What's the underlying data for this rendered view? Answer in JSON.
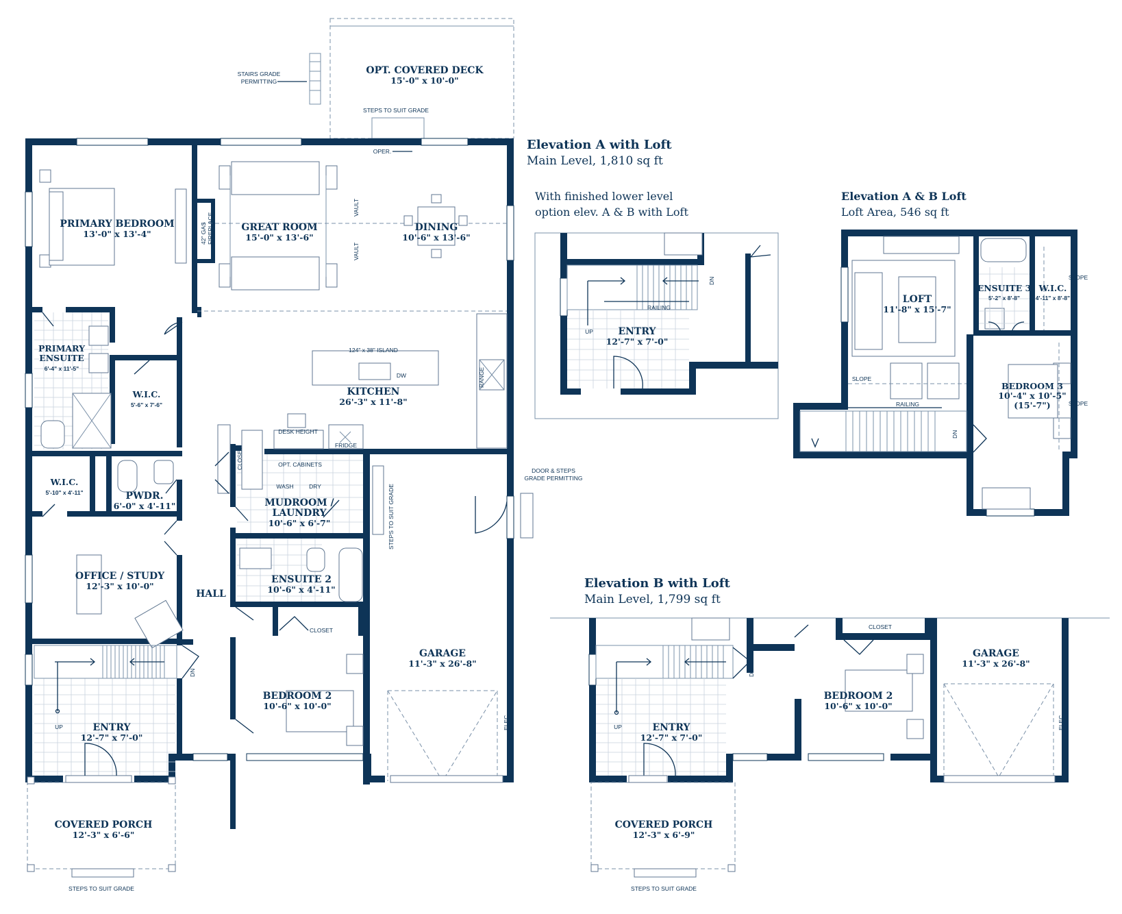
{
  "headings": {
    "elev_a_title": "Elevation A with Loft",
    "elev_a_sub": "Main Level, 1,810 sq ft",
    "lower_title": "With finished lower level",
    "lower_sub": "option elev. A & B with Loft",
    "loft_title": "Elevation A & B Loft",
    "loft_sub": "Loft Area, 546 sq ft",
    "elev_b_title": "Elevation B with Loft",
    "elev_b_sub": "Main Level, 1,799 sq ft"
  },
  "main_plan": {
    "deck": {
      "name": "OPT. COVERED DECK",
      "dim": "15'-0\" x 10'-0\""
    },
    "stairs_grade": [
      "STAIRS GRADE",
      "PERMITTING"
    ],
    "steps_deck": "STEPS TO SUIT GRADE",
    "oper": "OPER.",
    "primary_bedroom": {
      "name": "PRIMARY BEDROOM",
      "dim": "13'-0\" x 13'-4\""
    },
    "fireplace": [
      "42\" GAS",
      "FIREPLACE"
    ],
    "great_room": {
      "name": "GREAT ROOM",
      "dim": "15'-0\" x 13'-6\""
    },
    "vault": "VAULT",
    "dining": {
      "name": "DINING",
      "dim": "10'-6\" x 13'-6\""
    },
    "primary_ensuite": {
      "name1": "PRIMARY",
      "name2": "ENSUITE",
      "dim": "6'-4\" x 11'-5\""
    },
    "wic1": {
      "name": "W.I.C.",
      "dim": "5'-6\" x 7'-6\""
    },
    "island": "124\" x 38\" ISLAND",
    "dw": "DW",
    "kitchen": {
      "name": "KITCHEN",
      "dim": "26'-3\" x 11'-8\""
    },
    "range": "RANGE",
    "desk_height": "DESK HEIGHT",
    "fridge": "FRIDGE",
    "closet": "CLOSET",
    "opt_cabinets": "OPT. CABINETS",
    "wash": "WASH",
    "dry": "DRY",
    "wic2": {
      "name": "W.I.C.",
      "dim": "5'-10\" x 4'-11\""
    },
    "pwdr": {
      "name": "PWDR.",
      "dim": "6'-0\" x 4'-11\""
    },
    "mudroom": {
      "name1": "MUDROOM /",
      "name2": "LAUNDRY",
      "dim": "10'-6\" x 6'-7\""
    },
    "steps_garage": "STEPS TO SUIT GRADE",
    "door_steps": [
      "DOOR & STEPS",
      "GRADE PERMITTING"
    ],
    "office": {
      "name": "OFFICE / STUDY",
      "dim": "12'-3\" x 10'-0\""
    },
    "hall": "HALL",
    "ensuite2": {
      "name": "ENSUITE 2",
      "dim": "10'-6\" x 4'-11\""
    },
    "closet2": "CLOSET",
    "garage": {
      "name": "GARAGE",
      "dim": "11'-3\" x 26'-8\""
    },
    "bedroom2": {
      "name": "BEDROOM 2",
      "dim": "10'-6\" x 10'-0\""
    },
    "dn": "DN",
    "up": "UP",
    "entry": {
      "name": "ENTRY",
      "dim": "12'-7\" x 7'-0\""
    },
    "elec": "ELEC",
    "porch": {
      "name": "COVERED PORCH",
      "dim": "12'-3\" x 6'-6\""
    },
    "steps_porch": "STEPS TO SUIT GRADE"
  },
  "lower_plan": {
    "railing": "RAILING",
    "dn": "DN",
    "up": "UP",
    "entry": {
      "name": "ENTRY",
      "dim": "12'-7\" x 7'-0\""
    }
  },
  "loft_plan": {
    "loft": {
      "name": "LOFT",
      "dim": "11'-8\" x 15'-7\""
    },
    "ensuite3": {
      "name": "ENSUITE 3",
      "dim": "5'-2\" x 8'-8\""
    },
    "wic": {
      "name": "W.I.C.",
      "dim": "4'-11\" x 8'-8\""
    },
    "slope": "SLOPE",
    "bedroom3": {
      "name": "BEDROOM 3",
      "dim": "10'-4\" x 10'-5\"",
      "dim2": "(15'-7\")"
    },
    "railing": "RAILING",
    "dn": "DN"
  },
  "elev_b_plan": {
    "closet": "CLOSET",
    "garage": {
      "name": "GARAGE",
      "dim": "11'-3\" x 26'-8\""
    },
    "bedroom2": {
      "name": "BEDROOM 2",
      "dim": "10'-6\" x 10'-0\""
    },
    "dn": "DN",
    "up": "UP",
    "entry": {
      "name": "ENTRY",
      "dim": "12'-7\" x 7'-0\""
    },
    "elec": "ELEC",
    "porch": {
      "name": "COVERED PORCH",
      "dim": "12'-3\" x 6'-9\""
    },
    "steps_porch": "STEPS TO SUIT GRADE"
  }
}
